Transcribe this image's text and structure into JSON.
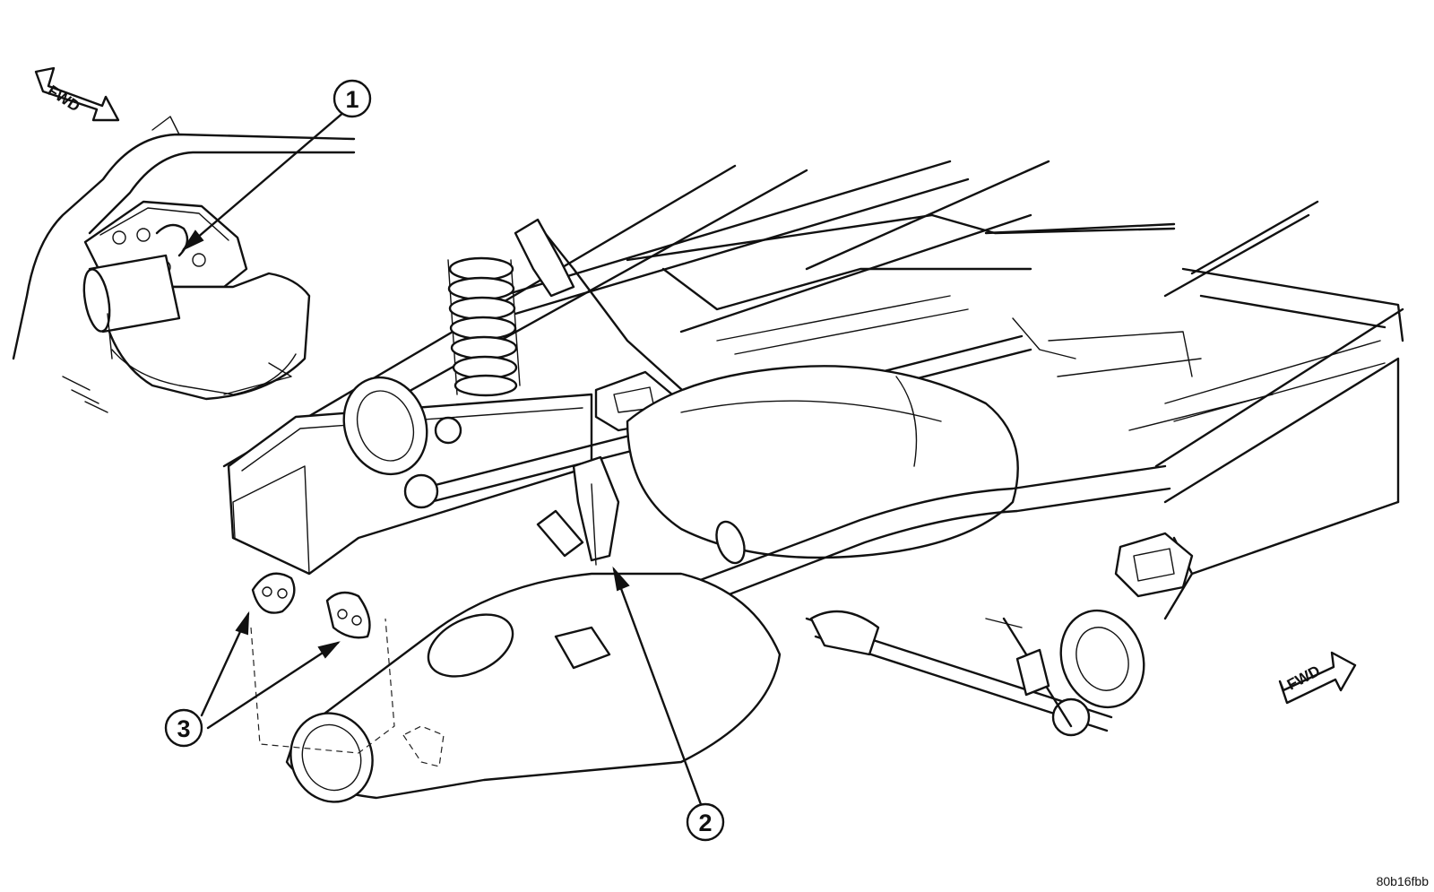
{
  "callouts": {
    "c1": "1",
    "c2": "2",
    "c3": "3"
  },
  "direction_labels": {
    "fwd_top_left": "FWD",
    "fwd_bottom_right": "FWD"
  },
  "figure_code": "80b16fbb"
}
